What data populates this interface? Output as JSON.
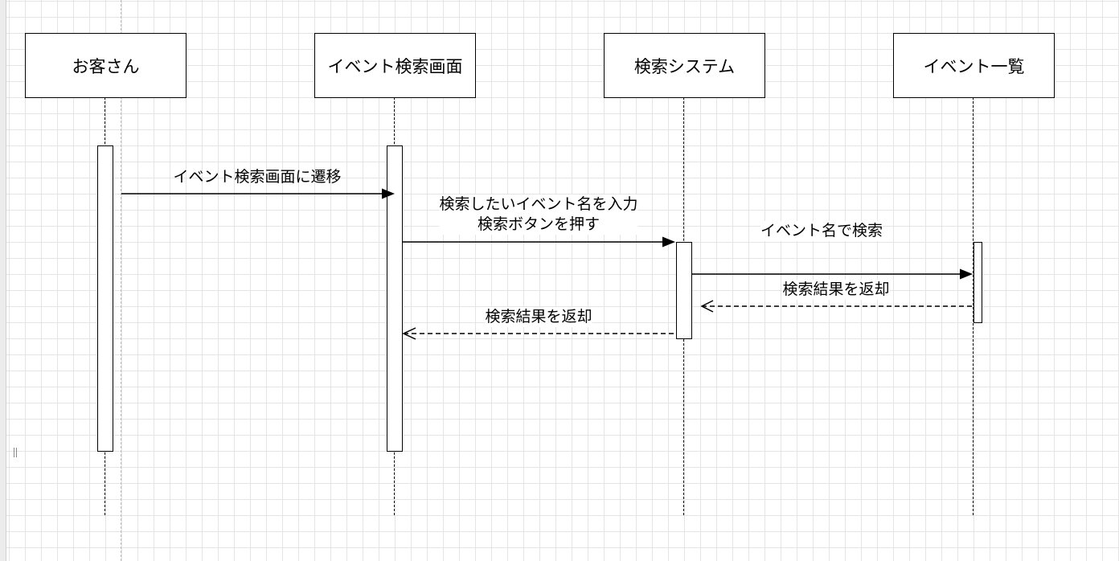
{
  "diagram": {
    "type": "sequence",
    "participants": [
      {
        "id": "customer",
        "label": "お客さん"
      },
      {
        "id": "search_screen",
        "label": "イベント検索画面"
      },
      {
        "id": "search_system",
        "label": "検索システム"
      },
      {
        "id": "event_list",
        "label": "イベント一覧"
      }
    ],
    "messages": [
      {
        "from": "customer",
        "to": "search_screen",
        "style": "sync",
        "lines": [
          "イベント検索画面に遷移"
        ]
      },
      {
        "from": "search_screen",
        "to": "search_system",
        "style": "sync",
        "lines": [
          "検索したいイベント名を入力",
          "検索ボタンを押す"
        ]
      },
      {
        "from": "search_system",
        "to": "event_list",
        "style": "sync",
        "lines": [
          "イベント名で検索"
        ]
      },
      {
        "from": "event_list",
        "to": "search_system",
        "style": "return",
        "lines": [
          "検索結果を返却"
        ]
      },
      {
        "from": "search_system",
        "to": "search_screen",
        "style": "return",
        "lines": [
          "検索結果を返却"
        ]
      }
    ]
  },
  "colors": {
    "line": "#000000",
    "grid": "#e4e4e4",
    "background": "#ffffff"
  }
}
